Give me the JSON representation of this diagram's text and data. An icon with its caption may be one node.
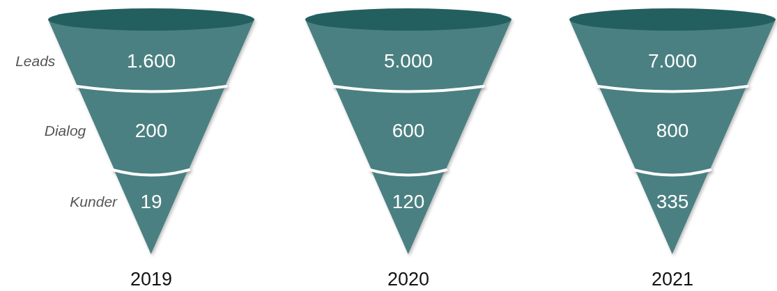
{
  "diagram": {
    "nodes": [
      {
        "text": [
          "1.600"
        ],
        "beside": [
          "Leads"
        ]
      },
      {
        "text": [
          "200"
        ],
        "beside": [
          "Dialog"
        ]
      },
      {
        "text": [
          "19"
        ],
        "beside": [
          "Kunder"
        ]
      },
      {
        "text": [
          "5.000"
        ]
      },
      {
        "text": [
          "600"
        ]
      },
      {
        "text": [
          "120"
        ]
      },
      {
        "text": [
          "7.000"
        ]
      },
      {
        "text": [
          "800"
        ]
      },
      {
        "text": [
          "335"
        ]
      }
    ],
    "labels": [
      "2019",
      "2020",
      "2021"
    ]
  }
}
